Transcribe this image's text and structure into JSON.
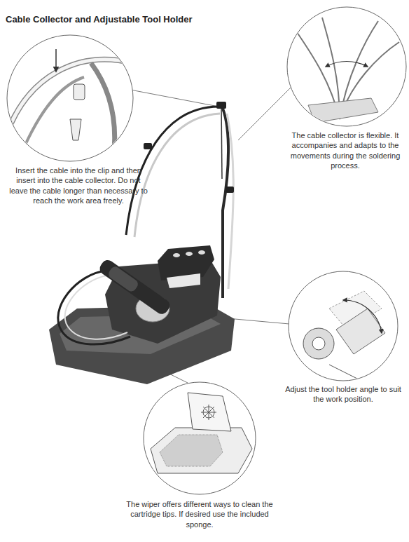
{
  "diagram": {
    "title": "Cable Collector and Adjustable Tool Holder",
    "labels": [
      "Insert the cable into the clip and then insert into the cable collector. Do not leave the cable longer than necessary to reach the work area freely.",
      "The cable collector is flexible. It accompanies and adapts to the movements during the soldering process.",
      "Adjust the tool holder angle to suit the work position.",
      "The wiper offers different ways to clean the cartridge tips. If desired use the included sponge."
    ]
  }
}
